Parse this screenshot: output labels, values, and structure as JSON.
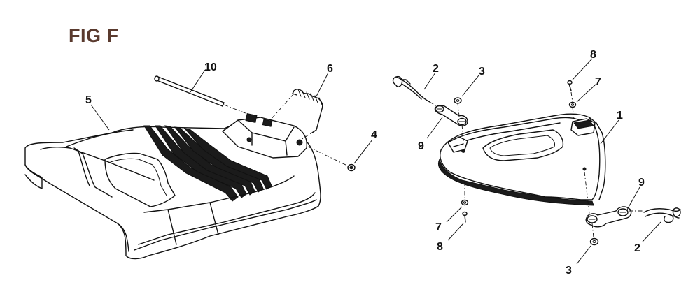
{
  "figure": {
    "title": "FIG F"
  },
  "callouts": {
    "c10": "10",
    "c6": "6",
    "c5": "5",
    "c4": "4",
    "c2_top": "2",
    "c3_top": "3",
    "c8_top": "8",
    "c7_top": "7",
    "c1": "1",
    "c9_left": "9",
    "c9_right": "9",
    "c7_bottom": "7",
    "c8_bottom": "8",
    "c2_bottom": "2",
    "c3_bottom": "3"
  }
}
